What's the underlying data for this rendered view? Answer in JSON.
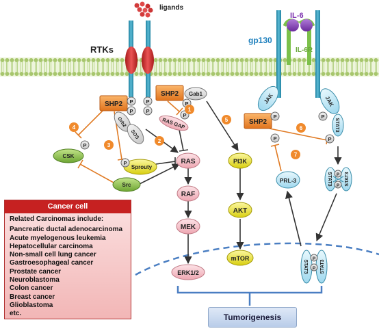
{
  "labels": {
    "ligands": "ligands",
    "rtks": "RTKs",
    "il6": "IL-6",
    "gp130": "gp130",
    "il6r": "IL-6R"
  },
  "proteins": {
    "shp2": "SHP2",
    "gab1": "Gab1",
    "grb2": "Grb2",
    "sos": "SOS",
    "ras_gap": "RAS GAP",
    "csk": "CSK",
    "sprouty": "Sprouty",
    "src": "Src",
    "ras": "RAS",
    "raf": "RAF",
    "mek": "MEK",
    "erk": "ERK1/2",
    "pi3k": "PI3K",
    "akt": "AKT",
    "mtor": "mTOR",
    "jak": "JAK",
    "stat3": "STAT3",
    "prl3": "PRL-3",
    "p": "P"
  },
  "steps": [
    "1",
    "2",
    "3",
    "4",
    "5",
    "6",
    "7"
  ],
  "cancer_cell": {
    "title": "Cancer cell",
    "intro": "Related Carcinomas include:",
    "items": [
      "Pancreatic ductal adenocarcinoma",
      "Acute myelogenous leukemia",
      "Hepatocellular carcinoma",
      "Non-small cell lung cancer",
      "Gastroesophageal cancer",
      "Prostate cancer",
      "Neuroblastoma",
      "Colon cancer",
      "Breast cancer",
      "Glioblastoma",
      "etc."
    ]
  },
  "outcome": "Tumorigenesis",
  "colors": {
    "shp2": "#f08a2c",
    "activation_arrow": "#333333",
    "inhibition": "#e07a23",
    "membrane": "#a7c66d",
    "green_node": "#8bc34a",
    "pink_node": "#f5c2c9",
    "yellow_node": "#f0ea30",
    "blue_node": "#c6ecf7",
    "cancer_header": "#c62121"
  }
}
